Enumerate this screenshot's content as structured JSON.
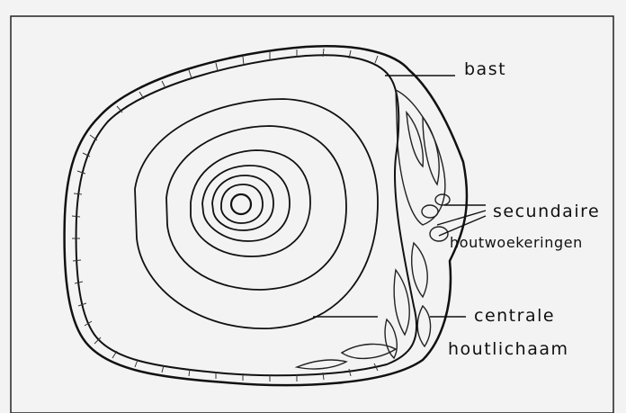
{
  "labels": {
    "bast": "bast",
    "secundaire": "secundaire",
    "houtwoekeringen": "houtwoekeringen",
    "centrale": "centrale",
    "houtlichaam": "houtlichaam"
  },
  "colors": {
    "paper": "#f3f3f3",
    "ink": "#111111"
  }
}
